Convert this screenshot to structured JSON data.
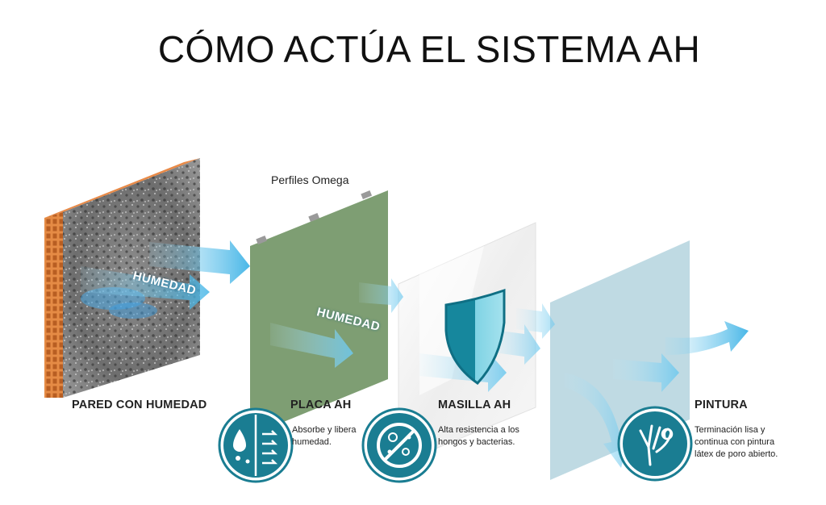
{
  "title": "CÓMO ACTÚA EL SISTEMA AH",
  "perfiles_label": "Perfiles Omega",
  "humedad_wall": "HUMEDAD",
  "humedad_placa": "HUMEDAD",
  "layers": [
    {
      "label": "PARED CON HUMEDAD",
      "description": ""
    },
    {
      "label": "PLACA AH",
      "description": [
        "Absorbe y libera",
        "humedad."
      ]
    },
    {
      "label": "MASILLA AH",
      "description": [
        "Alta resistencia a los",
        "hongos y bacterias."
      ]
    },
    {
      "label": "PINTURA",
      "description": [
        "Terminación lisa y",
        "continua con pintura",
        "látex de poro abierto."
      ]
    }
  ],
  "icons": [
    "moisture-absorb-icon",
    "anti-bacteria-icon",
    "smooth-finish-hand-icon",
    "shield-icon"
  ],
  "colors": {
    "brick": "#e07f3a",
    "placa": "#7e9e73",
    "masilla": "#ececec",
    "pintura": "#b9d6e0",
    "teal": "#1a7d92",
    "arrow": "#5cc2ea"
  }
}
